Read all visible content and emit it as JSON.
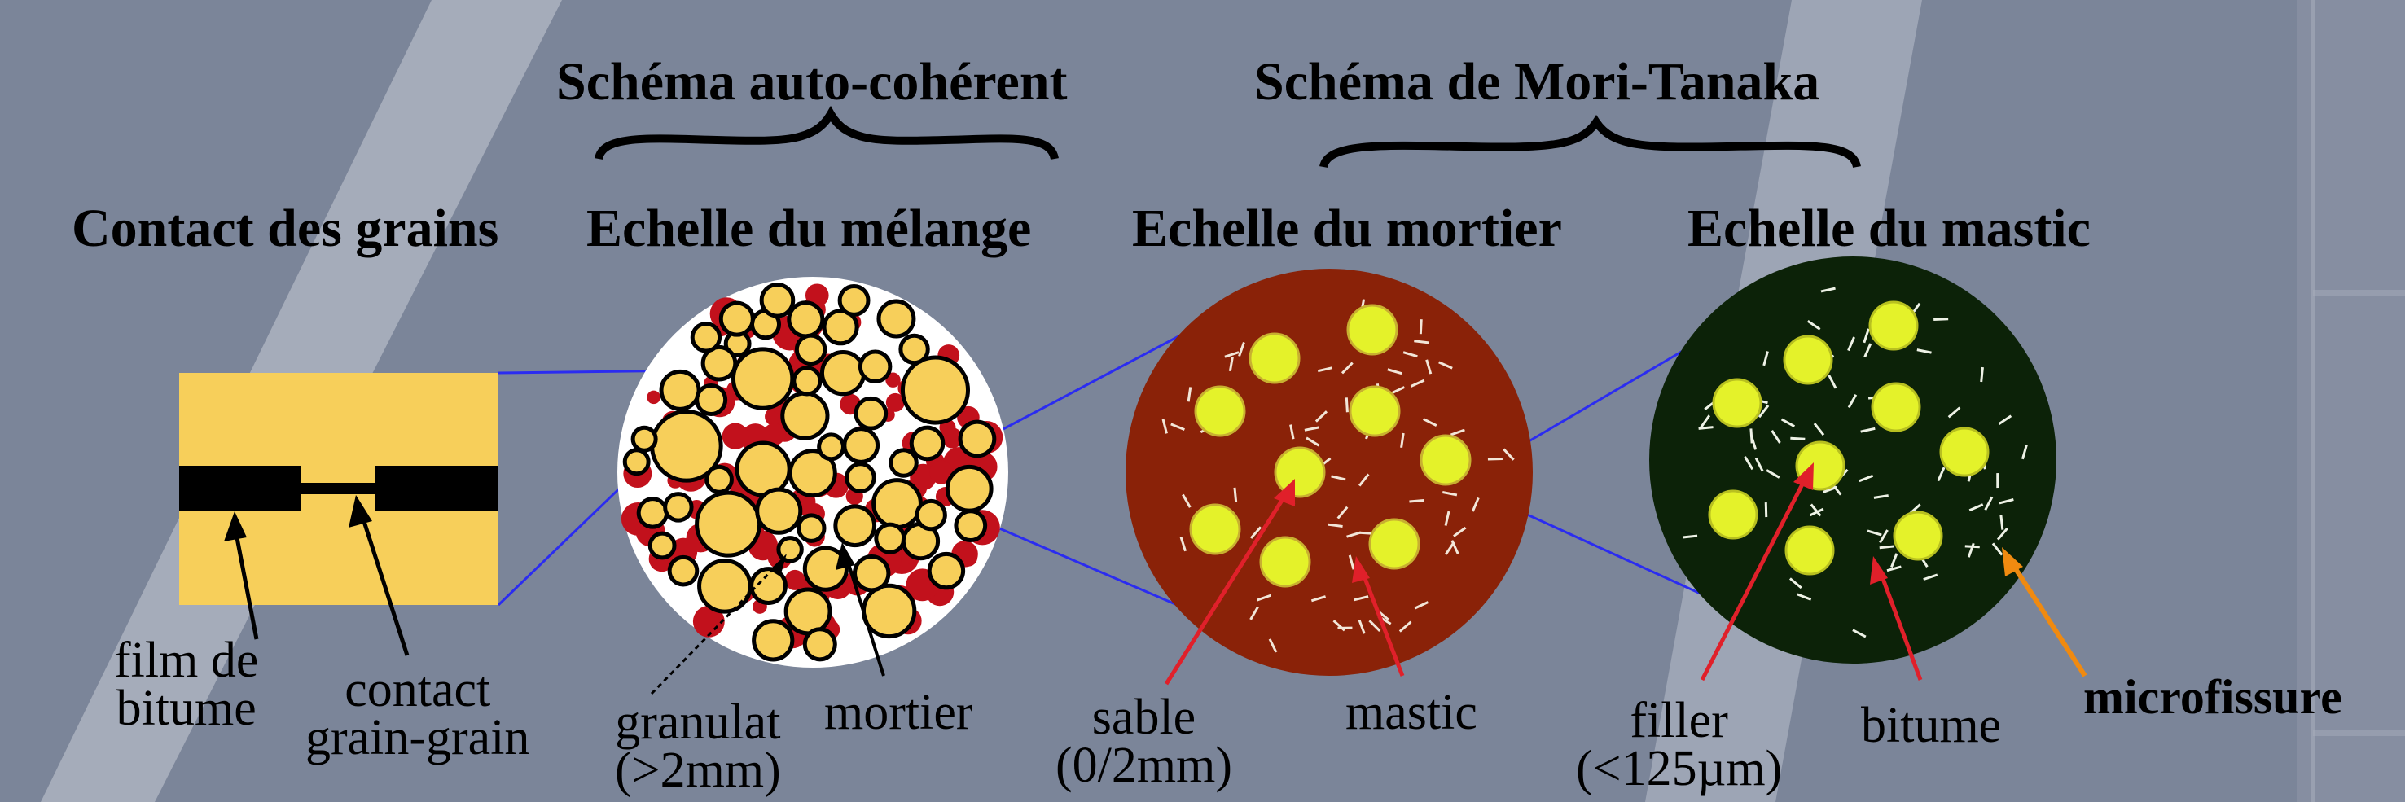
{
  "schemes": {
    "self_consistent": "Schéma auto-cohérent",
    "mori_tanaka": "Schéma de Mori-Tanaka"
  },
  "scales": {
    "grain_contact": "Contact des grains",
    "mix": "Echelle du mélange",
    "mortar": "Echelle du mortier",
    "mastic": "Echelle du mastic"
  },
  "labels": {
    "bitumen_film_1": "film de",
    "bitumen_film_2": "bitume",
    "contact_1": "contact",
    "contact_2": "grain-grain",
    "aggregate_1": "granulat",
    "aggregate_2": "(>2mm)",
    "mortar": "mortier",
    "sand_1": "sable",
    "sand_2": "(0/2mm)",
    "mastic": "mastic",
    "filler_1": "filler",
    "filler_2": "(<125µm)",
    "bitumen": "bitume",
    "microcrack": "microfissure"
  },
  "colors": {
    "background": "#7d879b",
    "grain_yellow": "#f7cf5a",
    "mortar_red": "#c2111c",
    "mortar_disc": "#8a2208",
    "mastic_disc": "#0c2208",
    "filler_yellow": "#e4f22a",
    "link_blue": "#2b2cf0",
    "arrow_red": "#e0202a",
    "arrow_orange": "#f08a10"
  }
}
